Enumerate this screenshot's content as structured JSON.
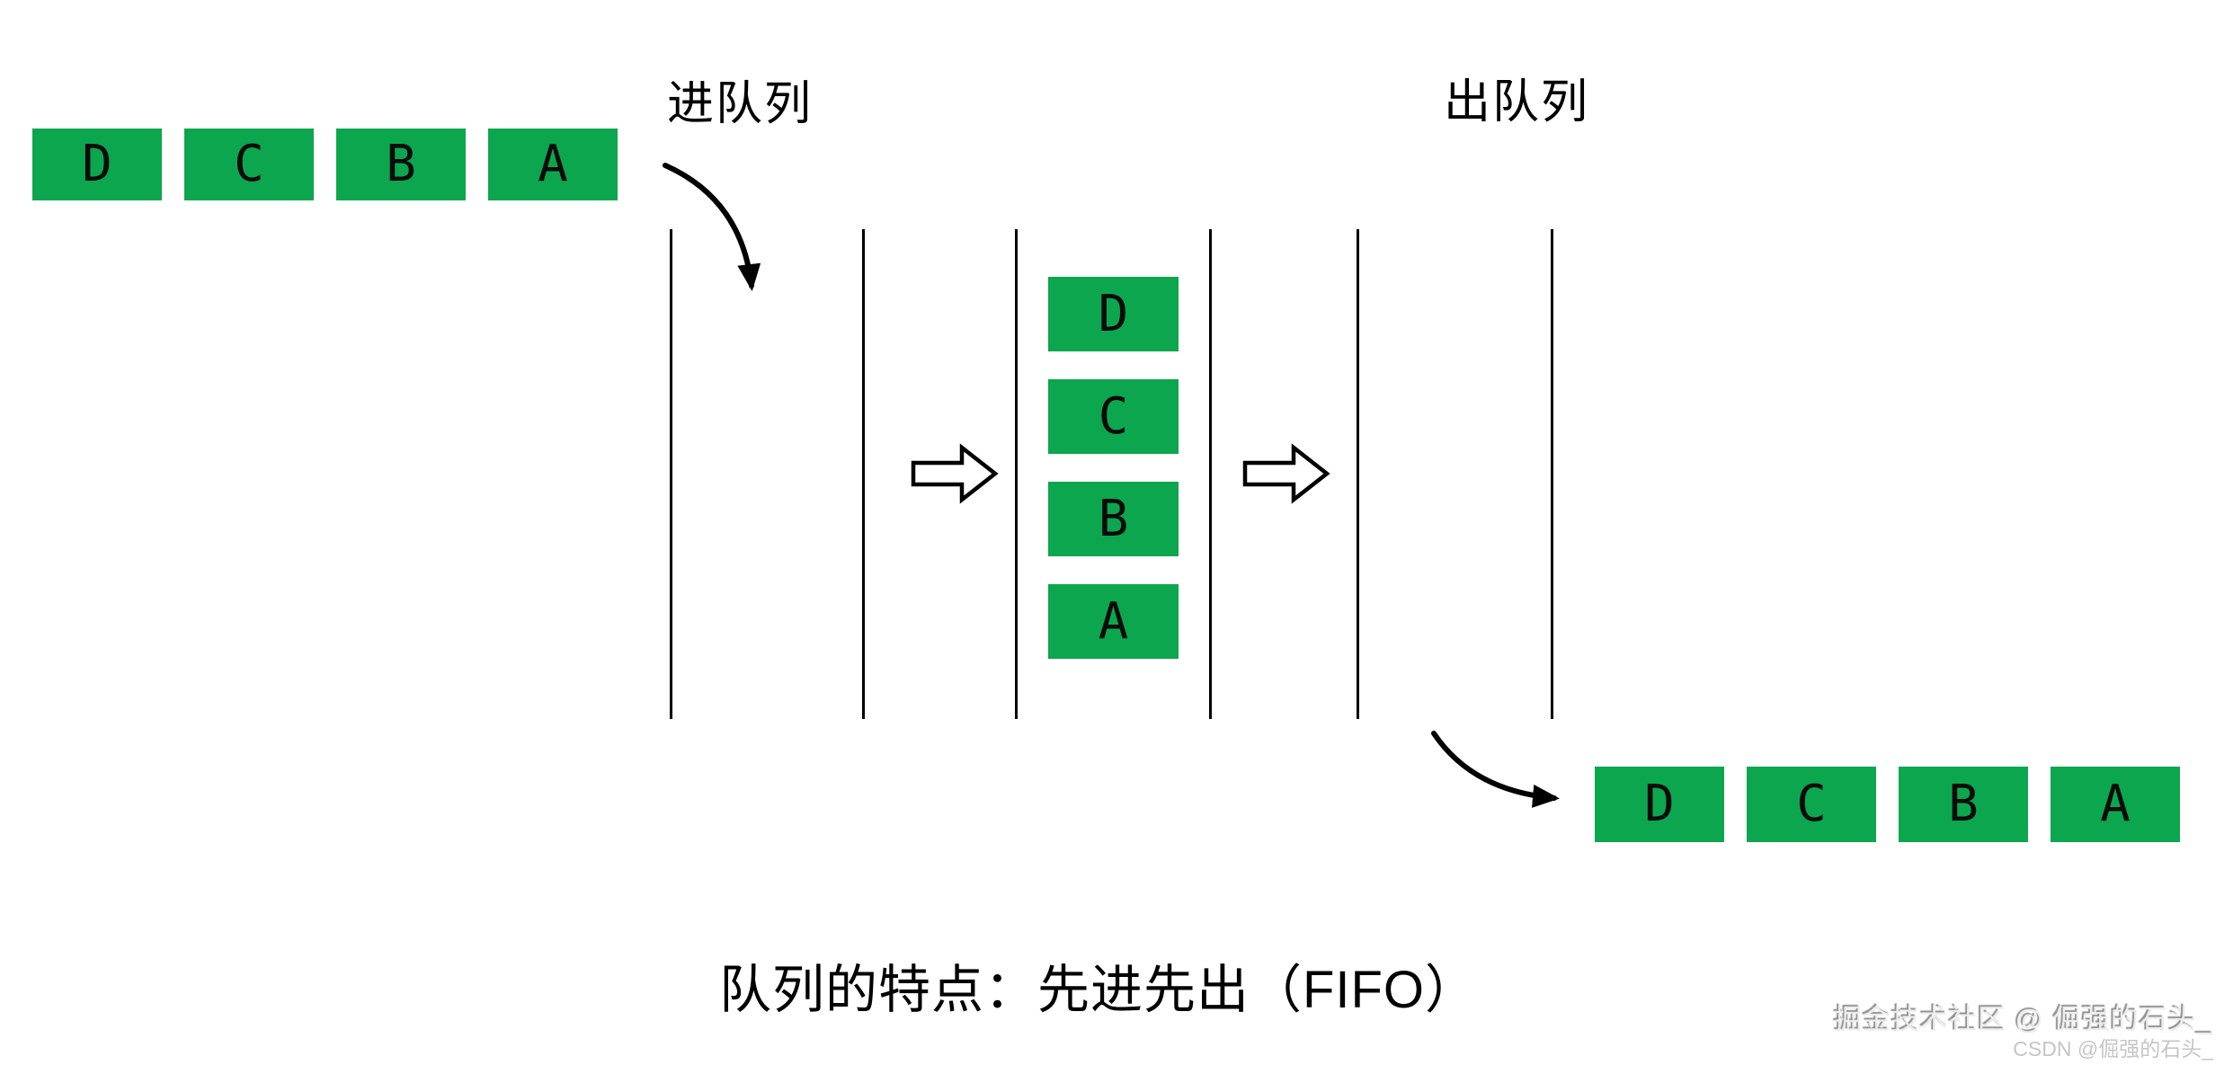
{
  "diagram": {
    "enqueue_label": "进队列",
    "dequeue_label": "出队列",
    "caption": "队列的特点：先进先出（FIFO）",
    "queue_items": [
      "D",
      "C",
      "B",
      "A"
    ],
    "icons": {
      "enqueue_arrow": "curved-arrow-down-right",
      "dequeue_arrow": "curved-arrow-right",
      "flow_arrow": "hollow-right-arrow"
    },
    "colors": {
      "box_green": "#0ca64e",
      "line_black": "#000000",
      "background": "#ffffff",
      "watermark_gray": "#8f8f8f",
      "watermark_light_gray": "#c6c6c6"
    }
  },
  "watermark": {
    "line1": "掘金技术社区 @ 倔强的石头_",
    "line2": "CSDN @倔强的石头_"
  }
}
